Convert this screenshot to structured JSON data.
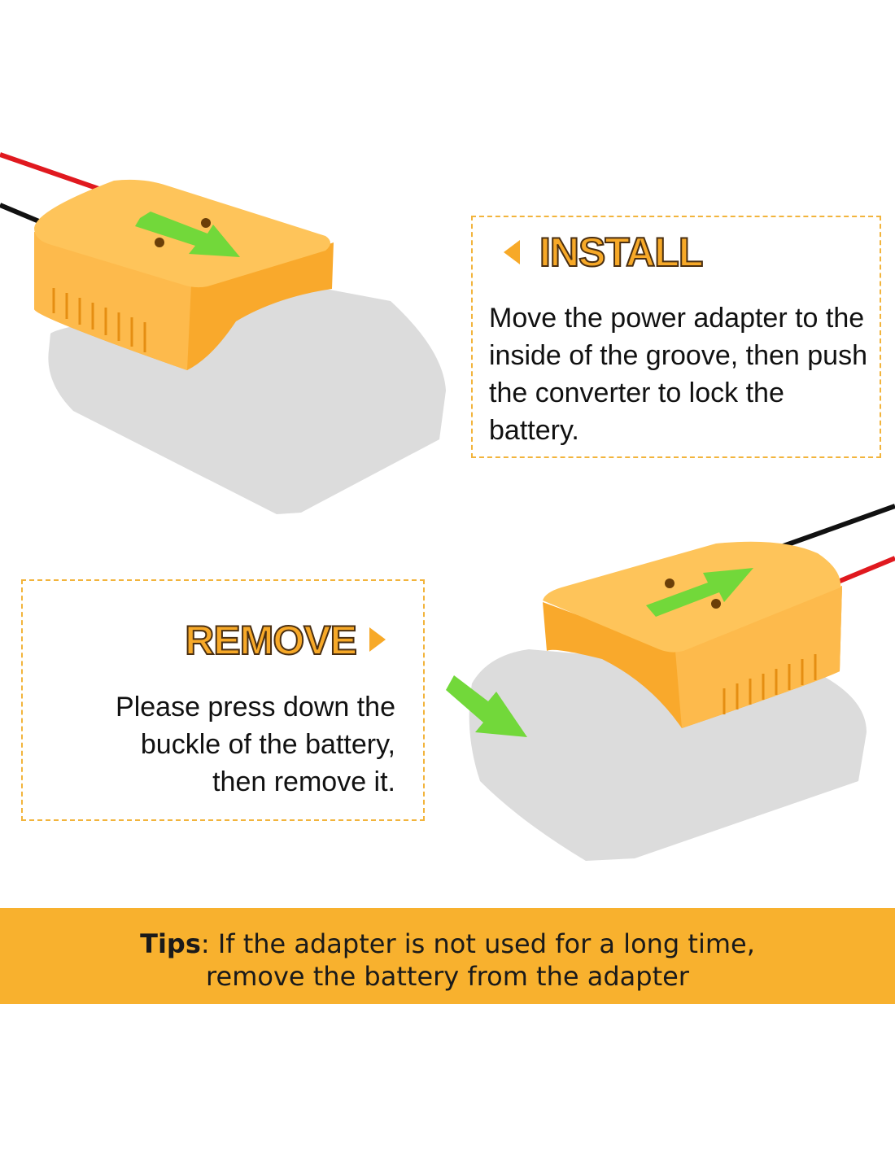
{
  "install": {
    "title": "INSTALL",
    "body": "Move the power adapter to the inside of the groove, then push the converter to lock the battery."
  },
  "remove": {
    "title": "REMOVE",
    "body_lines": [
      "Please press down the",
      "buckle of the battery,",
      "then remove it."
    ]
  },
  "tips": {
    "label": "Tips",
    "line1": ": If the adapter is not used for a long time,",
    "line2": "remove the battery from the adapter"
  },
  "colors": {
    "accent": "#f8b12e",
    "adapter": "#fbb040",
    "arrow": "#72d83a",
    "battery": "#dcdcdc"
  }
}
